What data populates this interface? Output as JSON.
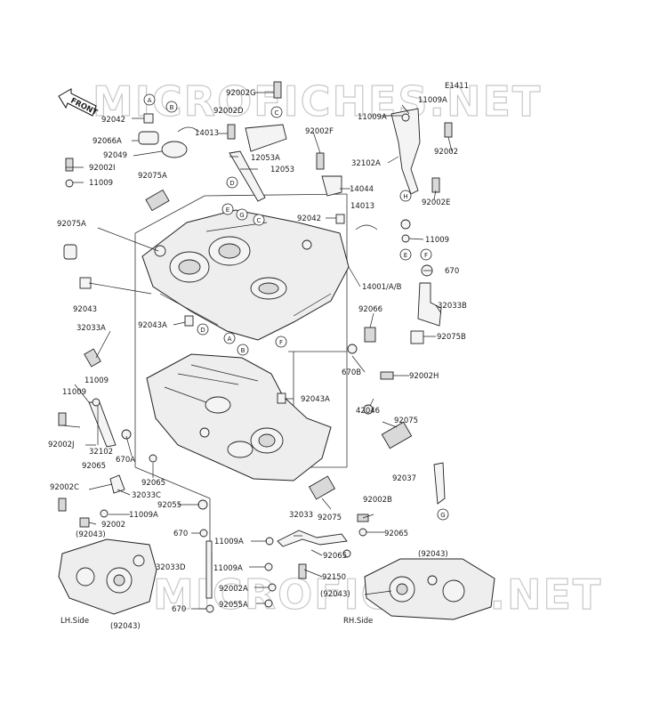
{
  "diagram_id": "E1411",
  "watermark": "MICROFICHES.NET",
  "front_arrow": "FRONT",
  "side_labels": {
    "lh": "LH.Side",
    "rh": "RH.Side"
  },
  "ref_letters": [
    "A",
    "B",
    "C",
    "D",
    "E",
    "F",
    "G",
    "H"
  ],
  "parts": [
    "92002G",
    "92042",
    "14013",
    "92002D",
    "92066A",
    "92049",
    "12053A",
    "12053",
    "92002I",
    "11009",
    "92075A",
    "92002F",
    "14044",
    "92042",
    "14013",
    "11009A",
    "11009A",
    "32102A",
    "92002",
    "92002E",
    "11009",
    "670",
    "92075A",
    "14001/A/B",
    "32033B",
    "92043",
    "92066",
    "92075B",
    "92043A",
    "32033A",
    "670B",
    "92002H",
    "11009",
    "11009",
    "92043A",
    "42046",
    "92002J",
    "32102",
    "670A",
    "92075",
    "92065",
    "92065",
    "92037",
    "92002C",
    "32033C",
    "92055",
    "11009A",
    "92002",
    "670",
    "32033",
    "92075",
    "92002B",
    "92065",
    "11009A",
    "32033D",
    "11009A",
    "92150",
    "92065",
    "92002A",
    "670",
    "92055A",
    "(92043)",
    "(92043)",
    "(92043)",
    "(92043)"
  ]
}
